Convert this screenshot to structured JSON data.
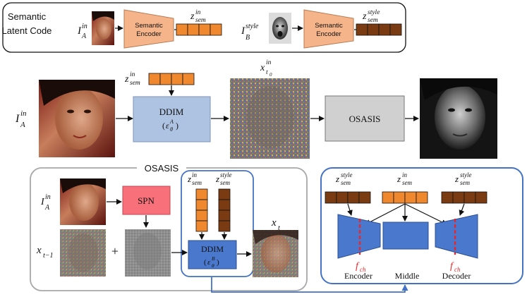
{
  "colors": {
    "encoder_fill": "#f6b48b",
    "latent_orange": "#f0882f",
    "latent_brown": "#7a3b12",
    "ddim_a_fill": "#aec3e2",
    "ddim_b_fill": "#4a78cc",
    "osasis_box_fill": "#d0d0d0",
    "spn_fill": "#f7707a",
    "blue_stroke": "#4472c4",
    "gray_stroke": "#a8a8a8",
    "accent_red": "#e8272c"
  },
  "top": {
    "label_line1": "Semantic",
    "label_line2": "Latent Code",
    "input_a": "I_A^in",
    "input_b": "I_B^style",
    "encoder_line1": "Semantic",
    "encoder_line2": "Encoder",
    "z_in": "z_sem^in",
    "z_style": "z_sem^style"
  },
  "middle": {
    "input_label": "I_A^in",
    "z_label": "z_sem^in",
    "ddim_label": "DDIM",
    "ddim_sub": "(ε_θ^A)",
    "noise_label": "x_t0^in",
    "osasis_label": "OSASIS"
  },
  "osasis_detail": {
    "title": "OSASIS",
    "input_label": "I_A^in",
    "spn_label": "SPN",
    "xt1_label": "x_t−1",
    "plus": "+",
    "z_in": "z_sem^in",
    "z_style": "z_sem^style",
    "ddim_label": "DDIM",
    "ddim_sub": "(ε_θ^B)",
    "xt_label": "x_t"
  },
  "unet": {
    "z_style_left": "z_sem^style",
    "z_in_mid": "z_sem^in",
    "z_style_right": "z_sem^style",
    "fch_left": "f_ch",
    "fch_right": "f_ch",
    "encoder_label": "Encoder",
    "middle_label": "Middle",
    "decoder_label": "Decoder"
  }
}
